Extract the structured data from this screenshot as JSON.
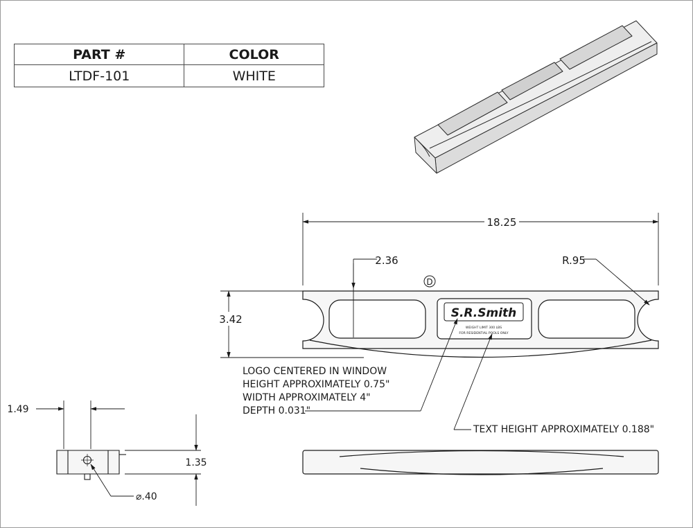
{
  "part_table": {
    "header_part": "PART #",
    "header_color": "COLOR",
    "part_number": "LTDF-101",
    "color": "WHITE"
  },
  "dimensions": {
    "overall_length": "18.25",
    "window_inset": "2.36",
    "end_radius": "R.95",
    "width": "3.42",
    "side_width": "1.49",
    "side_height": "1.35",
    "hole_diameter": "⌀.40",
    "datum": "D"
  },
  "notes": {
    "logo_line1": "LOGO CENTERED IN WINDOW",
    "logo_line2": "HEIGHT APPROXIMATELY 0.75\"",
    "logo_line3": "WIDTH APPROXIMATELY 4\"",
    "logo_line4": "DEPTH 0.031\"",
    "text_height": "TEXT HEIGHT APPROXIMATELY 0.188\""
  },
  "logo": {
    "brand": "S.R.Smith",
    "line1": "WEIGHT LIMIT 300 LBS",
    "line2": "FOR RESIDENTIAL POOLS ONLY"
  },
  "colors": {
    "line": "#1a1a1a",
    "part_fill": "#eaeaea",
    "frame": "#9a9a9a"
  }
}
